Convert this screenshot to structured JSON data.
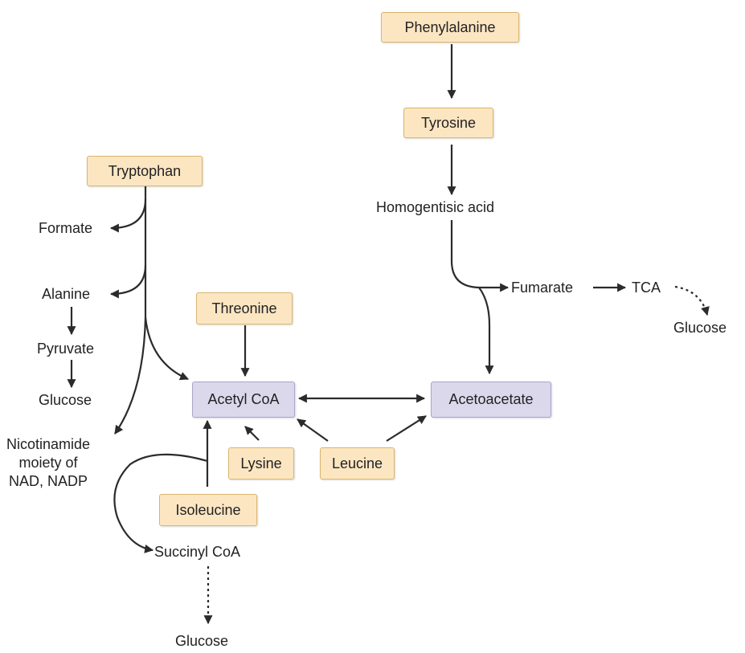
{
  "nodes": {
    "phenylalanine": "Phenylalanine",
    "tyrosine": "Tyrosine",
    "homogentisic_acid": "Homogentisic acid",
    "fumarate": "Fumarate",
    "tca": "TCA",
    "glucose_tca": "Glucose",
    "acetoacetate": "Acetoacetate",
    "tryptophan": "Tryptophan",
    "formate": "Formate",
    "alanine": "Alanine",
    "pyruvate": "Pyruvate",
    "glucose_pyruvate": "Glucose",
    "nicotinamide": "Nicotinamide\nmoiety of\nNAD, NADP",
    "threonine": "Threonine",
    "acetyl_coa": "Acetyl CoA",
    "lysine": "Lysine",
    "leucine": "Leucine",
    "isoleucine": "Isoleucine",
    "succinyl_coa": "Succinyl CoA",
    "glucose_succinyl": "Glucose"
  },
  "colors": {
    "amino_acid_fill": "#fce6c2",
    "amino_acid_border": "#d9b56e",
    "hub_fill": "#dcd8ec",
    "hub_border": "#aba4cb",
    "arrow": "#2b2b2b"
  },
  "edges": [
    {
      "from": "Phenylalanine",
      "to": "Tyrosine",
      "style": "solid"
    },
    {
      "from": "Tyrosine",
      "to": "Homogentisic acid",
      "style": "solid"
    },
    {
      "from": "Homogentisic acid",
      "to": "Fumarate",
      "style": "solid"
    },
    {
      "from": "Homogentisic acid",
      "to": "Acetoacetate",
      "style": "solid"
    },
    {
      "from": "Fumarate",
      "to": "TCA",
      "style": "solid"
    },
    {
      "from": "TCA",
      "to": "Glucose",
      "style": "dotted"
    },
    {
      "from": "Tryptophan",
      "to": "Formate",
      "style": "solid"
    },
    {
      "from": "Tryptophan",
      "to": "Alanine",
      "style": "solid"
    },
    {
      "from": "Tryptophan",
      "to": "Acetyl CoA",
      "style": "solid"
    },
    {
      "from": "Tryptophan",
      "to": "Nicotinamide moiety of NAD, NADP",
      "style": "solid"
    },
    {
      "from": "Alanine",
      "to": "Pyruvate",
      "style": "solid"
    },
    {
      "from": "Pyruvate",
      "to": "Glucose",
      "style": "solid"
    },
    {
      "from": "Threonine",
      "to": "Acetyl CoA",
      "style": "solid"
    },
    {
      "from": "Acetyl CoA",
      "to": "Acetoacetate",
      "style": "bidirectional"
    },
    {
      "from": "Lysine",
      "to": "Acetyl CoA",
      "style": "solid"
    },
    {
      "from": "Leucine",
      "to": "Acetyl CoA",
      "style": "solid"
    },
    {
      "from": "Leucine",
      "to": "Acetoacetate",
      "style": "solid"
    },
    {
      "from": "Isoleucine",
      "to": "Acetyl CoA",
      "style": "solid"
    },
    {
      "from": "Isoleucine",
      "to": "Succinyl CoA",
      "style": "solid"
    },
    {
      "from": "Succinyl CoA",
      "to": "Glucose",
      "style": "dotted"
    }
  ]
}
